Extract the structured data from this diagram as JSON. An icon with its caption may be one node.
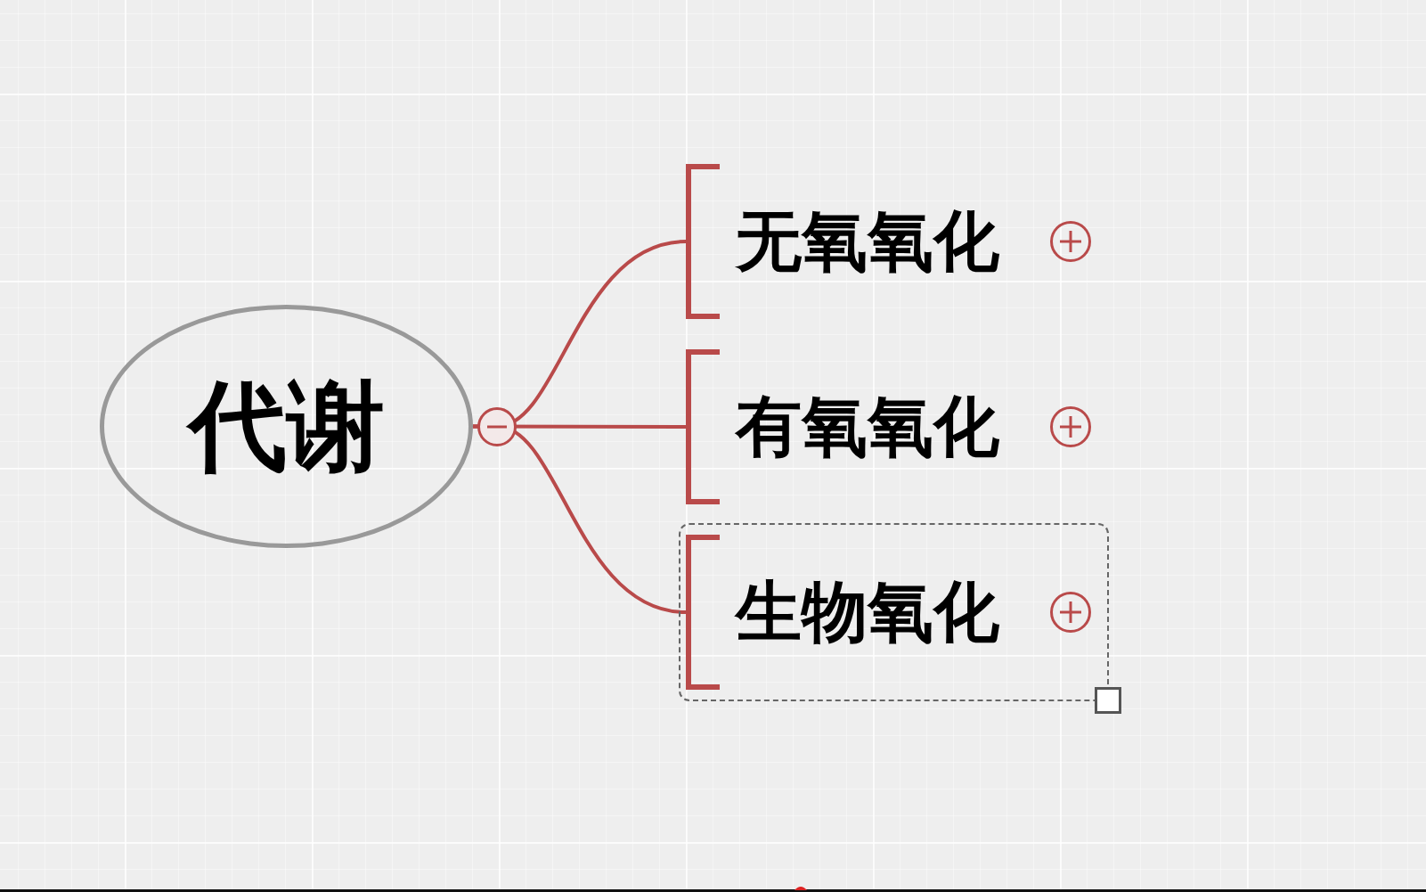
{
  "diagram": {
    "nodes": [
      {
        "text": [
          "代谢"
        ]
      },
      {
        "text": [
          "无氧氧化"
        ]
      },
      {
        "text": [
          "有氧氧化"
        ]
      },
      {
        "text": [
          "生物氧化"
        ]
      }
    ],
    "edges": [
      {
        "from": 0,
        "to": 1,
        "arrow": "other"
      },
      {
        "from": 0,
        "to": 2,
        "arrow": "other"
      },
      {
        "from": 0,
        "to": 3,
        "arrow": "other"
      }
    ]
  }
}
